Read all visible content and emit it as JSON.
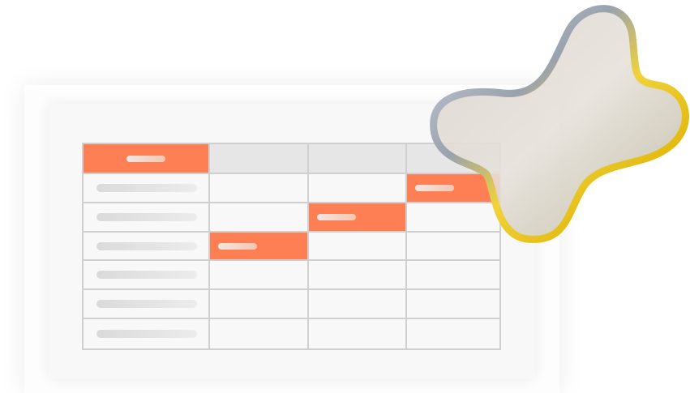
{
  "colors": {
    "accent": "#fe7f54",
    "header_cell": "#e6e6e6",
    "grid": "#d0d0d0",
    "glass_rim": "#e8c21a"
  },
  "table": {
    "columns": 4,
    "rows": 6,
    "header_highlight_column": 0,
    "highlighted_cells": [
      {
        "row": 1,
        "col": 3
      },
      {
        "row": 2,
        "col": 2
      },
      {
        "row": 3,
        "col": 1
      }
    ]
  },
  "decoration": {
    "shape": "glass-four-point-star"
  }
}
